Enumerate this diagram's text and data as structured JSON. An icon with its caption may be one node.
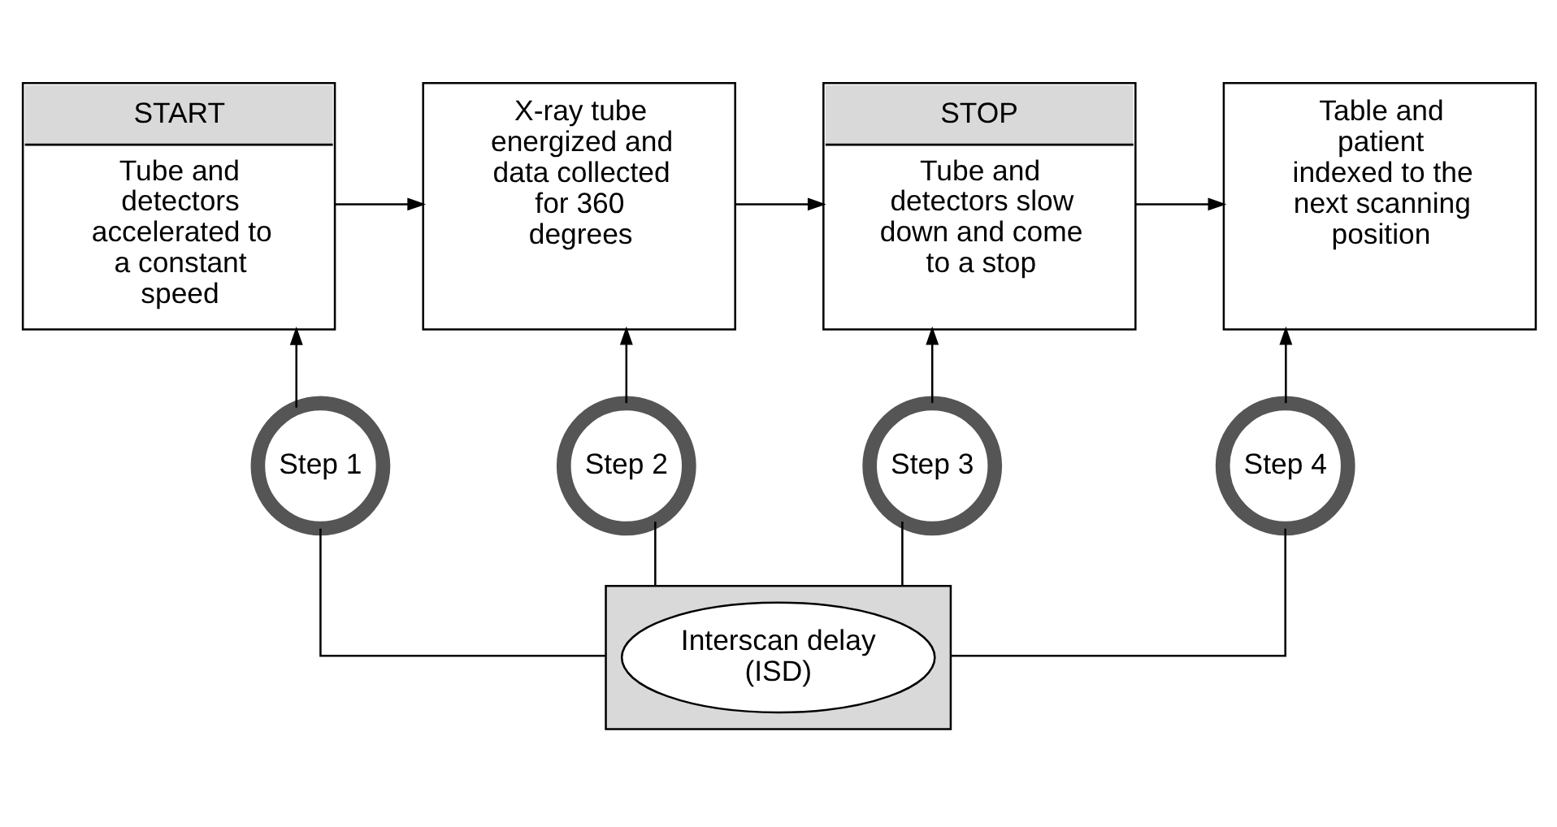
{
  "diagram": {
    "nodes": [
      {
        "text": [
          "START",
          "Tube and detectors accelerated to a constant speed"
        ]
      },
      {
        "text": [
          "X-ray tube energized and data collected for 360 degrees"
        ]
      },
      {
        "text": [
          "STOP",
          "Tube and detectors slow down and come to a stop"
        ]
      },
      {
        "text": [
          "Table and patient indexed to the next scanning position"
        ]
      },
      {
        "text": [
          "Step 1"
        ]
      },
      {
        "text": [
          "Step 2"
        ]
      },
      {
        "text": [
          "Step 3"
        ]
      },
      {
        "text": [
          "Step 4"
        ]
      },
      {
        "text": [],
        "shape": "box"
      },
      {
        "text": [
          "Interscan delay (ISD)"
        ],
        "in": 8
      }
    ],
    "edges": [
      {
        "from": 0,
        "to": 1,
        "arrow": "to"
      },
      {
        "from": 1,
        "to": 2,
        "arrow": "to"
      },
      {
        "from": 2,
        "to": 3,
        "arrow": "to"
      },
      {
        "from": 4,
        "to": 0,
        "arrow": "to"
      },
      {
        "from": 5,
        "to": 1,
        "arrow": "to"
      },
      {
        "from": 6,
        "to": 2,
        "arrow": "to"
      },
      {
        "from": 7,
        "to": 3,
        "arrow": "to"
      },
      {
        "from": 8,
        "to": 4,
        "arrow": "none"
      },
      {
        "from": 8,
        "to": 5,
        "arrow": "none"
      },
      {
        "from": 8,
        "to": 6,
        "arrow": "none"
      },
      {
        "from": 8,
        "to": 7,
        "arrow": "none"
      }
    ]
  }
}
